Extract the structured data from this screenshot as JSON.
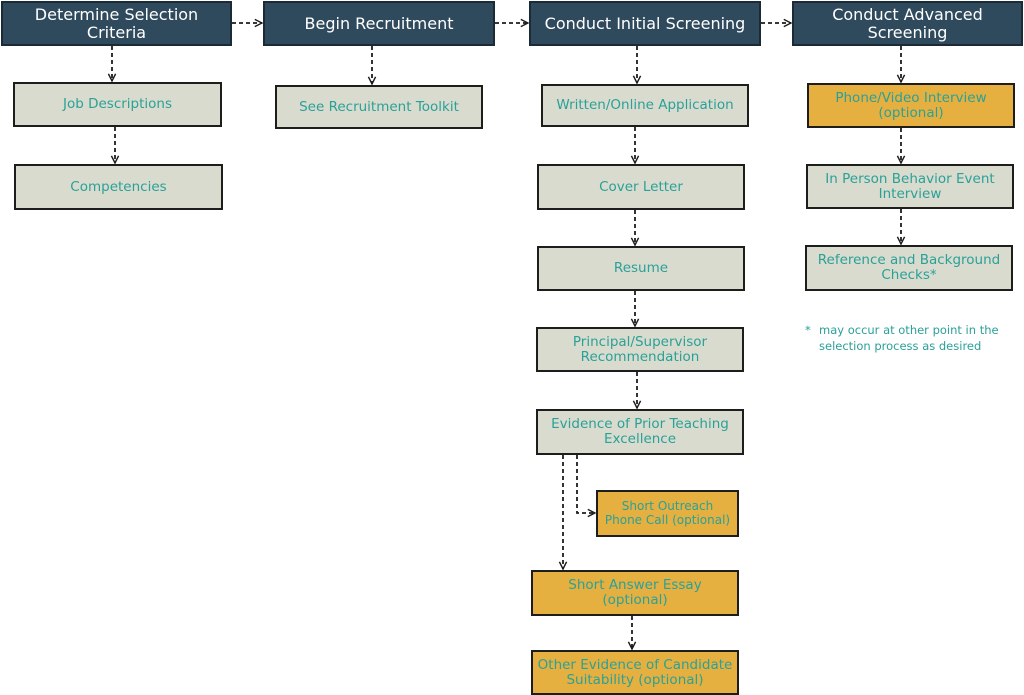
{
  "columns": [
    {
      "id": "criteria",
      "header": "Determine Selection Criteria",
      "steps": [
        {
          "id": "job-descriptions",
          "label": "Job Descriptions"
        },
        {
          "id": "competencies",
          "label": "Competencies"
        }
      ]
    },
    {
      "id": "recruitment",
      "header": "Begin Recruitment",
      "steps": [
        {
          "id": "recruitment-toolkit",
          "label": "See Recruitment Toolkit"
        }
      ]
    },
    {
      "id": "initial",
      "header": "Conduct Initial Screening",
      "steps": [
        {
          "id": "application",
          "label": "Written/Online Application"
        },
        {
          "id": "cover-letter",
          "label": "Cover Letter"
        },
        {
          "id": "resume",
          "label": "Resume"
        },
        {
          "id": "recommendation",
          "label": "Principal/Supervisor Recommendation"
        },
        {
          "id": "teaching-evidence",
          "label": "Evidence of Prior Teaching Excellence"
        },
        {
          "id": "outreach-call",
          "label": "Short Outreach Phone Call (optional)",
          "optional": true
        },
        {
          "id": "essay",
          "label": "Short Answer Essay (optional)",
          "optional": true
        },
        {
          "id": "other-evidence",
          "label": "Other Evidence of Candidate Suitability (optional)",
          "optional": true
        }
      ]
    },
    {
      "id": "advanced",
      "header": "Conduct Advanced Screening",
      "steps": [
        {
          "id": "phone-video",
          "label": "Phone/Video Interview (optional)",
          "optional": true
        },
        {
          "id": "behavior-interview",
          "label": "In Person Behavior Event Interview"
        },
        {
          "id": "reference-checks",
          "label": "Reference and Background Checks*"
        }
      ]
    }
  ],
  "footnote": {
    "marker": "*",
    "text": "may occur at other point in the selection process as desired"
  },
  "colors": {
    "header_fill": "#2f4a5d",
    "step_fill": "#d9dbcf",
    "optional_fill": "#e6b040",
    "label_text": "#2aa197"
  }
}
